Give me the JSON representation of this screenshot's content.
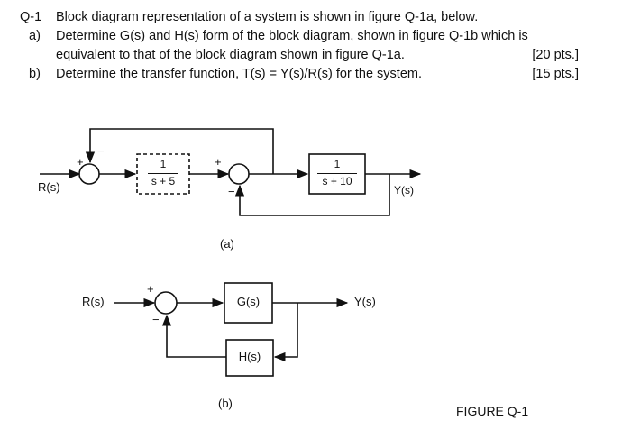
{
  "question": {
    "number": "Q-1",
    "intro": "Block diagram representation of a system is shown in figure Q-1a, below.",
    "a_label": "a)",
    "a_line1": "Determine G(s) and H(s) form of the block diagram, shown in figure Q-1b which is",
    "a_line2": "equivalent to that of the block diagram shown in figure Q-1a.",
    "a_points": "[20 pts.]",
    "b_label": "b)",
    "b_text": "Determine the transfer function, T(s) = Y(s)/R(s) for the system.",
    "b_points": "[15 pts.]"
  },
  "figure_a": {
    "input": "R(s)",
    "output": "Y(s)",
    "block1_num": "1",
    "block1_den": "s + 5",
    "block2_num": "1",
    "block2_den": "s + 10",
    "sum1_plus": "+",
    "sum1_minus": "−",
    "sum2_plus": "+",
    "sum2_minus": "−",
    "caption": "(a)"
  },
  "figure_b": {
    "input": "R(s)",
    "output": "Y(s)",
    "forward_block": "G(s)",
    "feedback_block": "H(s)",
    "sum_plus": "+",
    "sum_minus": "−",
    "caption": "(b)"
  },
  "figure_label": "FIGURE Q-1"
}
